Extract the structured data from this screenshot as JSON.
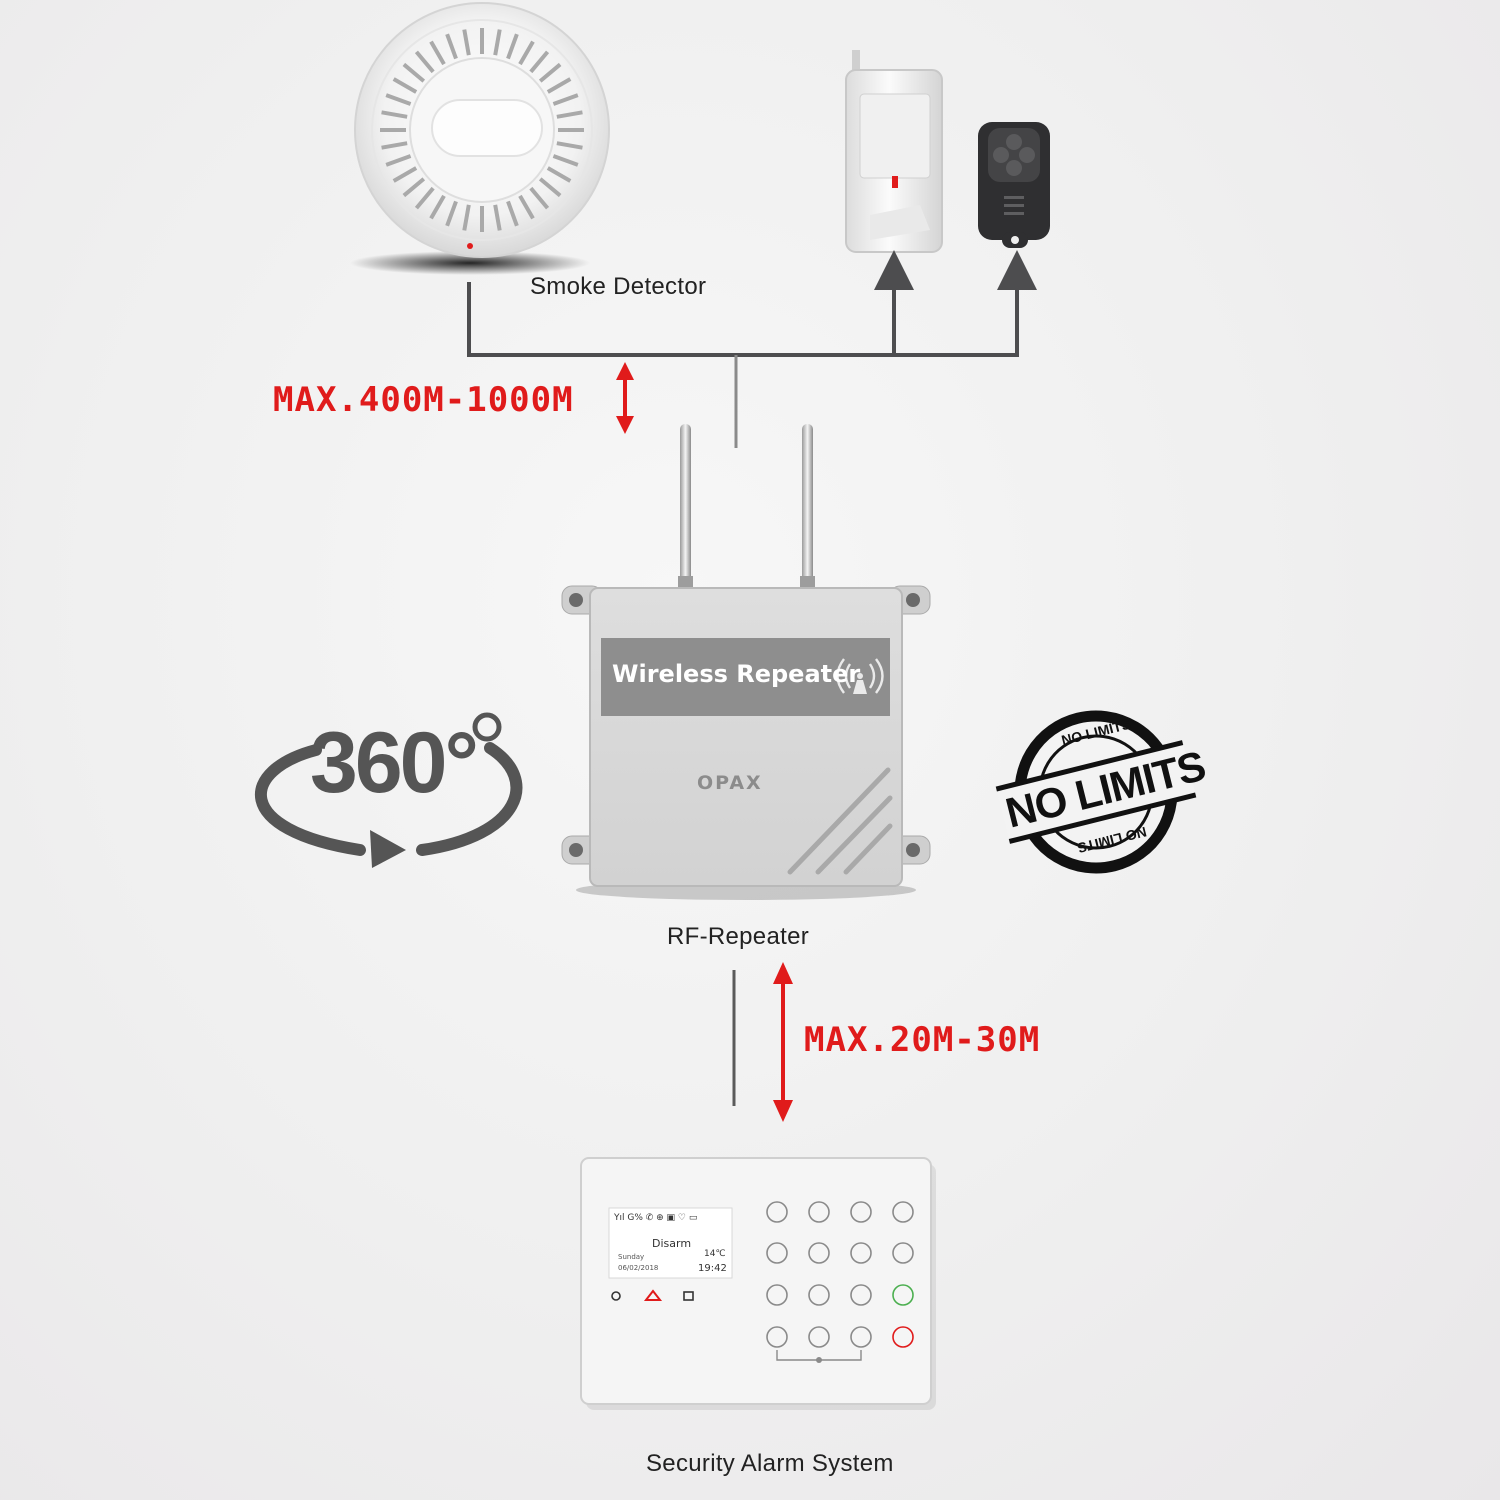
{
  "devices": {
    "smoke_detector": "Smoke Detector",
    "repeater_panel_title": "Wireless Repeater",
    "repeater_brand": "OPAX",
    "repeater_caption": "RF-Repeater",
    "alarm_caption": "Security Alarm System"
  },
  "ranges": {
    "upper": "MAX.400M-1000M",
    "lower": "MAX.20M-30M"
  },
  "rotation": {
    "text": "360°"
  },
  "stamp": {
    "center": "NO LIMITS",
    "ring_top": "NO LIMITS",
    "ring_bottom": "NO LIMITS"
  },
  "alarm_screen": {
    "status_icons": "Yıl G% ✆   ⊕   ▣ ♡ ▭",
    "mode": "Disarm",
    "day": "Sunday",
    "date": "06/02/2018",
    "temperature": "14℃",
    "time": "19:42"
  },
  "colors": {
    "range_red": "#e01b1b",
    "line_gray": "#4d4d4f",
    "repeater_band": "#8e8e8e"
  }
}
